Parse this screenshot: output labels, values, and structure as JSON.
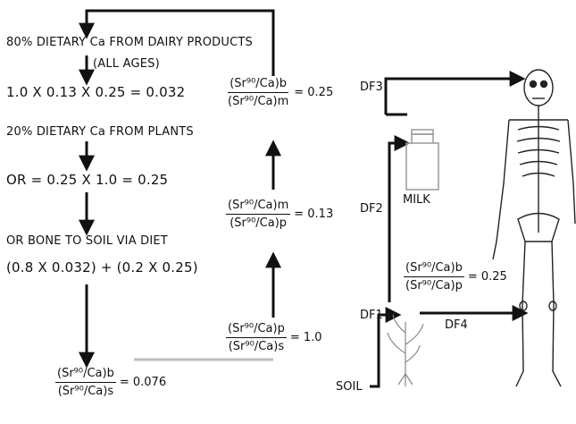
{
  "left_column": {
    "dairy_line1": "80% DIETARY Ca FROM DAIRY PRODUCTS",
    "dairy_line2": "(ALL AGES)",
    "dairy_calc": "1.0 X 0.13 X 0.25 = 0.032",
    "plants_line": "20% DIETARY Ca FROM PLANTS",
    "or_calc": "OR = 0.25 X 1.0 = 0.25",
    "or_bone_line": "OR BONE TO SOIL VIA DIET",
    "or_bone_calc": "(0.8 X 0.032) + (0.2 X 0.25)",
    "final_numerator": "(Sr⁹⁰/Ca)b",
    "final_denominator": "(Sr⁹⁰/Ca)s",
    "final_value": "= 0.076"
  },
  "middle_column": {
    "r1_numerator": "(Sr⁹⁰/Ca)b",
    "r1_denominator": "(Sr⁹⁰/Ca)m",
    "r1_value": "= 0.25",
    "r2_numerator": "(Sr⁹⁰/Ca)m",
    "r2_denominator": "(Sr⁹⁰/Ca)p",
    "r2_value": "= 0.13",
    "r3_numerator": "(Sr⁹⁰/Ca)p",
    "r3_denominator": "(Sr⁹⁰/Ca)s",
    "r3_value": "= 1.0"
  },
  "right_column": {
    "df3": "DF3",
    "df2": "DF2",
    "df1": "DF1",
    "df4": "DF4",
    "milk": "MILK",
    "soil": "SOIL",
    "r4_numerator": "(Sr⁹⁰/Ca)b",
    "r4_denominator": "(Sr⁹⁰/Ca)p",
    "r4_value": "= 0.25"
  }
}
